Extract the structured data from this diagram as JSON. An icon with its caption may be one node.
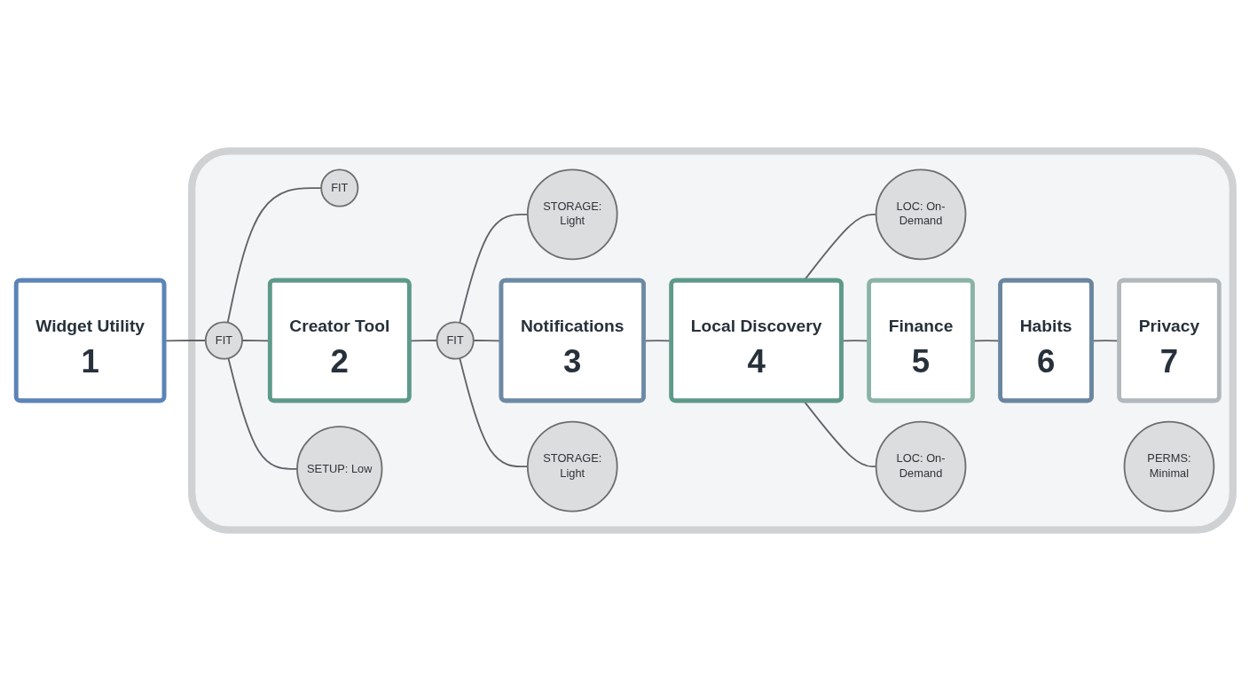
{
  "diagram": {
    "nodes": [
      {
        "text": [
          "Widget Utility",
          "1"
        ]
      },
      {
        "text": [],
        "shape": "phone"
      },
      {
        "text": [
          "FIT"
        ],
        "in": 1
      },
      {
        "text": [
          "FIT"
        ],
        "in": 1
      },
      {
        "text": [
          "SETUP: Low"
        ],
        "in": 1
      },
      {
        "text": [
          "PERMS: Minimal"
        ],
        "in": 1
      },
      {
        "text": [
          "Creator Tool",
          "2"
        ],
        "in": 1
      },
      {
        "text": [
          "STORAGE: Light"
        ],
        "in": 1
      },
      {
        "text": [
          "FIT"
        ],
        "in": 1
      },
      {
        "text": [
          "STORAGE: Light"
        ],
        "in": 1
      },
      {
        "text": [
          "Notifications",
          "3"
        ],
        "in": 1
      },
      {
        "text": [
          "Local Discovery",
          "4"
        ],
        "in": 1
      },
      {
        "text": [
          "LOC: On-Demand"
        ],
        "in": 1
      },
      {
        "text": [
          "LOC: On-Demand"
        ],
        "in": 1
      },
      {
        "text": [
          "Finance",
          "5"
        ],
        "in": 1
      },
      {
        "text": [
          "Habits",
          "6"
        ],
        "in": 1
      },
      {
        "text": [
          "Privacy",
          "7"
        ],
        "in": 1
      }
    ],
    "edges": [
      {
        "from": 0,
        "to": 3,
        "arrow": "none"
      },
      {
        "from": 3,
        "to": 2,
        "arrow": "none"
      },
      {
        "from": 3,
        "to": 6,
        "arrow": "none"
      },
      {
        "from": 3,
        "to": 4,
        "arrow": "none"
      },
      {
        "from": 6,
        "to": 8,
        "arrow": "none"
      },
      {
        "from": 8,
        "to": 7,
        "arrow": "none"
      },
      {
        "from": 8,
        "to": 10,
        "arrow": "none"
      },
      {
        "from": 8,
        "to": 9,
        "arrow": "none"
      },
      {
        "from": 10,
        "to": 11,
        "arrow": "none"
      },
      {
        "from": 11,
        "to": 12,
        "arrow": "none"
      },
      {
        "from": 11,
        "to": 14,
        "arrow": "none"
      },
      {
        "from": 11,
        "to": 13,
        "arrow": "none"
      },
      {
        "from": 14,
        "to": 15,
        "arrow": "none"
      },
      {
        "from": 15,
        "to": 16,
        "arrow": "none"
      }
    ]
  }
}
